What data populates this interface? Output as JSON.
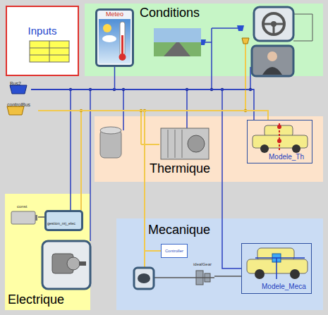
{
  "diagram": {
    "nodes": [
      {
        "text": [
          "Inputs"
        ]
      },
      {
        "text": [
          "Conditions"
        ]
      },
      {
        "text": [
          "Meteo"
        ],
        "in": 1
      },
      {
        "text": [
          "Bus2"
        ]
      },
      {
        "text": [
          "controlBus"
        ]
      },
      {
        "text": [
          "Thermique"
        ]
      },
      {
        "text": [
          "Modele_Th"
        ],
        "in": 5
      },
      {
        "text": [
          "Electrique"
        ]
      },
      {
        "text": [
          "const"
        ],
        "in": 7
      },
      {
        "text": [
          "gestion_nrj_elec"
        ],
        "in": 7
      },
      {
        "text": [
          "Mecanique"
        ]
      },
      {
        "text": [
          "Controller"
        ],
        "in": 10
      },
      {
        "text": [
          "idealGear"
        ],
        "in": 10
      },
      {
        "text": [
          "Modele_Meca"
        ],
        "in": 10
      }
    ],
    "edges": [
      {
        "from": 3,
        "to": 2,
        "arrow": "none"
      },
      {
        "from": 3,
        "to": 6,
        "arrow": "none"
      },
      {
        "from": 3,
        "to": 9,
        "arrow": "none"
      },
      {
        "from": 3,
        "to": 13,
        "arrow": "none"
      },
      {
        "from": 4,
        "to": 6,
        "arrow": "none"
      },
      {
        "from": 4,
        "to": 11,
        "arrow": "none"
      },
      {
        "from": 12,
        "to": 13,
        "arrow": "none"
      },
      {
        "from": 8,
        "to": 9,
        "arrow": "none"
      }
    ]
  }
}
